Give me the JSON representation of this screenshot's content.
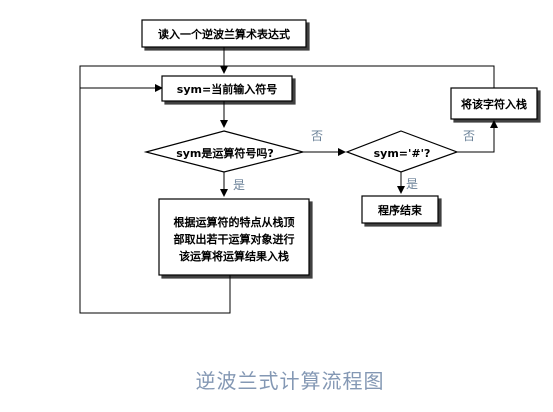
{
  "diagram": {
    "nodes": {
      "start": "读入一个逆波兰算术表达式",
      "read_symbol": "sym=当前输入符号",
      "is_operator": "sym是运算符号吗?",
      "is_hash": "sym='#'?",
      "push": "将该字符入栈",
      "end": "程序结束",
      "compute": [
        "根据运算符的特点从栈顶",
        "部取出若干运算对象进行",
        "该运算将运算结果入栈"
      ]
    },
    "branch_labels": {
      "operator_no": "否",
      "operator_yes": "是",
      "hash_no": "否",
      "hash_yes": "是"
    },
    "caption": "逆波兰式计算流程图"
  }
}
